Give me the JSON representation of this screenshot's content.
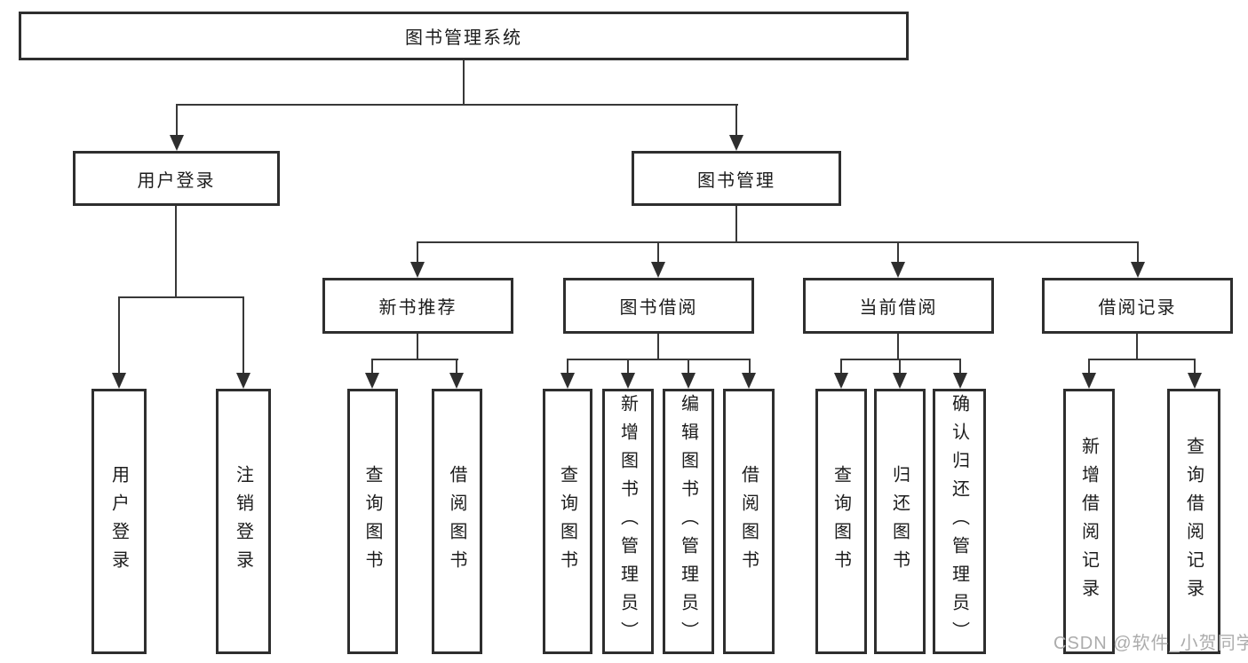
{
  "diagram": {
    "title": "图书管理系统",
    "nodes": {
      "root": "图书管理系统",
      "level2": [
        "用户登录",
        "图书管理"
      ],
      "level3": [
        "新书推荐",
        "图书借阅",
        "当前借阅",
        "借阅记录"
      ],
      "leaves_user_login": [
        "用户登录",
        "注销登录"
      ],
      "leaves_new_books": [
        "查询图书",
        "借阅图书"
      ],
      "leaves_book_borrow": [
        "查询图书",
        "新增图书（管理员）",
        "编辑图书（管理员）",
        "借阅图书"
      ],
      "leaves_current_borrow": [
        "查询图书",
        "归还图书",
        "确认归还（管理员）"
      ],
      "leaves_borrow_records": [
        "新增借阅记录",
        "查询借阅记录"
      ]
    },
    "colors": {
      "line": "#383838",
      "box_border": "#2e2e2e",
      "text": "#1c1c1c",
      "background": "#ffffff",
      "watermark_text_color": "#acacac"
    }
  },
  "watermark": "CSDN @软件_小贺同学"
}
